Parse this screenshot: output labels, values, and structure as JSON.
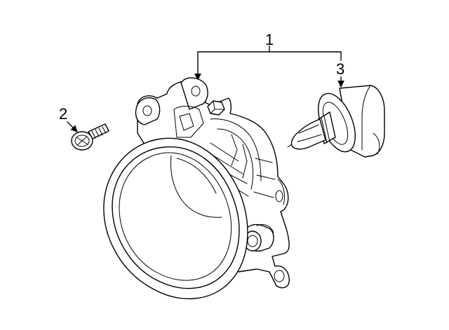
{
  "callouts": {
    "assembly": "1",
    "screw": "2",
    "bulb": "3"
  },
  "colors": {
    "line": "#000000",
    "background": "#ffffff"
  }
}
